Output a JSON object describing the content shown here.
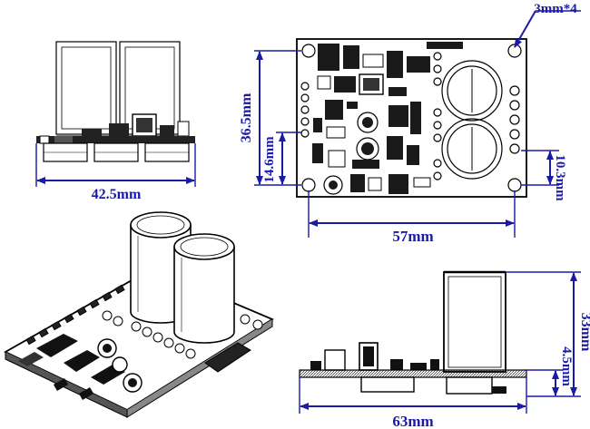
{
  "labels": {
    "hole_spec": "3mm*4",
    "front_width": "42.5mm",
    "board_height": "36.5mm",
    "hole_offset_left": "14.6mm",
    "hole_offset_right": "10.3mm",
    "hole_pitch": "57mm",
    "total_height": "33mm",
    "board_thickness": "4.5mm",
    "side_length": "63mm"
  },
  "colors": {
    "dimension": "#1a1aa8",
    "ink": "#000000",
    "background": "#ffffff"
  }
}
